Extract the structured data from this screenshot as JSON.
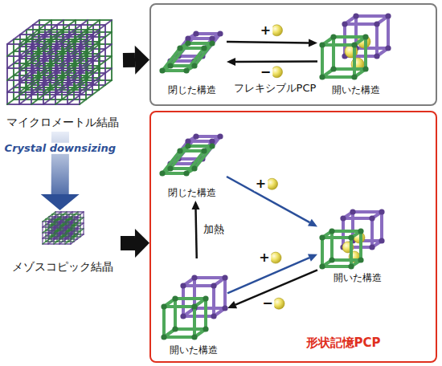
{
  "diagram": {
    "nodes": [
      {
        "text": [
          "マイクロメートル結晶"
        ]
      },
      {
        "text": [
          "フレキシブルPCP"
        ]
      },
      {
        "text": [
          "閉じた構造"
        ],
        "in": 1
      },
      {
        "text": [
          "開いた構造"
        ],
        "in": 1
      },
      {
        "text": [
          "メゾスコピック結晶"
        ]
      },
      {
        "text": [
          "形状記憶PCP"
        ]
      },
      {
        "text": [
          "閉じた構造"
        ],
        "in": 5
      },
      {
        "text": [
          "開いた構造"
        ],
        "in": 5
      },
      {
        "text": [
          "開いた構造"
        ],
        "in": 5
      }
    ],
    "edges": [
      {
        "from": 0,
        "to": 1,
        "arrow": "to"
      },
      {
        "from": 0,
        "to": 4,
        "label": "Crystal downsizing",
        "arrow": "to"
      },
      {
        "from": 4,
        "to": 5,
        "arrow": "to"
      },
      {
        "from": 2,
        "to": 3,
        "label": "+",
        "arrow": "to"
      },
      {
        "from": 3,
        "to": 2,
        "label": "−",
        "arrow": "to"
      },
      {
        "from": 6,
        "to": 7,
        "label": "+",
        "arrow": "to"
      },
      {
        "from": 8,
        "to": 6,
        "label": "加熱",
        "arrow": "to"
      },
      {
        "from": 8,
        "to": 7,
        "label": "+",
        "arrow": "to"
      },
      {
        "from": 7,
        "to": 8,
        "label": "−",
        "arrow": "to"
      }
    ]
  }
}
